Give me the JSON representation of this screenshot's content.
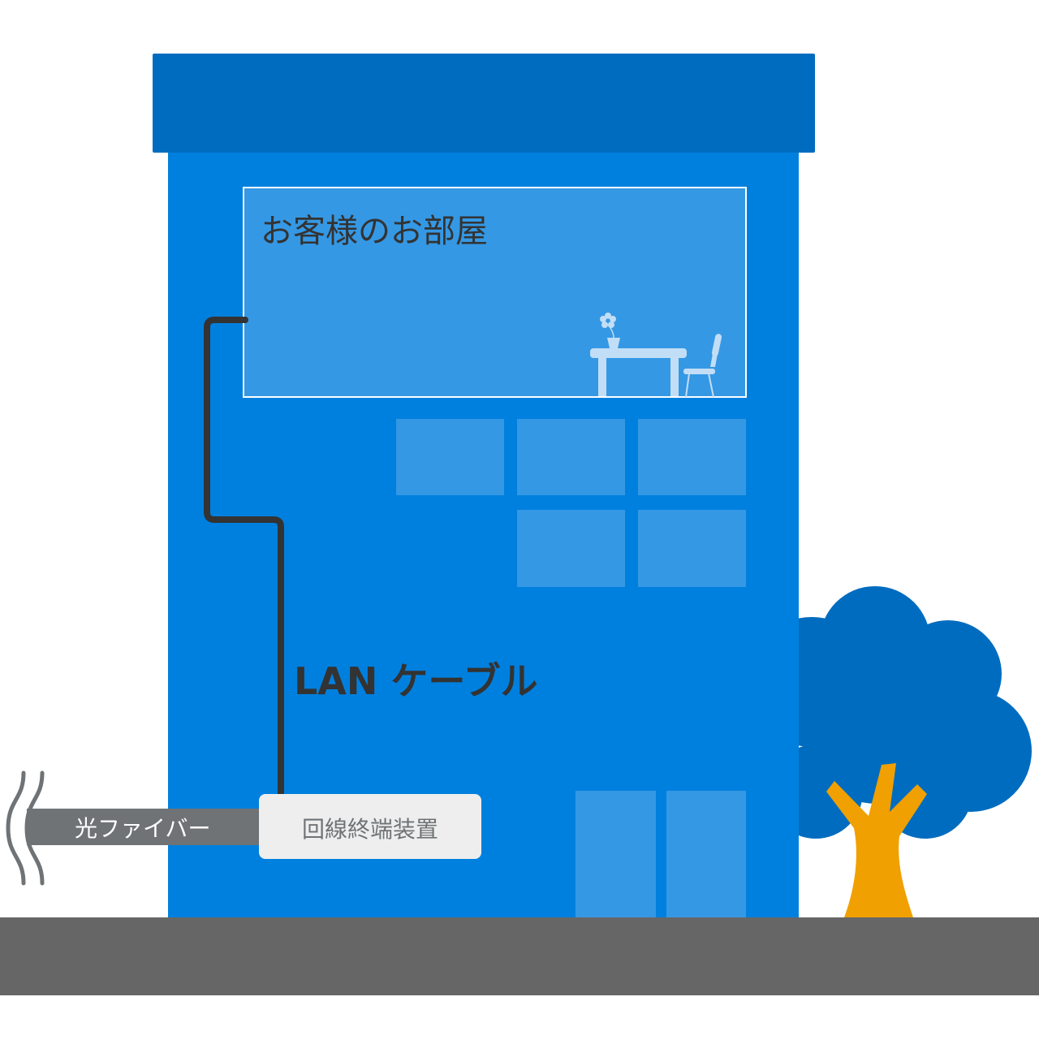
{
  "room_label": "お客様のお部屋",
  "lan_cable_label": "LAN ケーブル",
  "fiber_label": "光ファイバー",
  "onu_label": "回線終端装置",
  "colors": {
    "roof": "#006cbf",
    "building": "#0080de",
    "window": "#3598e4",
    "furniture": "#c2def6",
    "cable": "#333333",
    "fiber": "#6f7375",
    "onu_box": "#eeeeee",
    "tree_foliage": "#006cbf",
    "tree_trunk": "#f0a000",
    "ground": "#666666"
  }
}
